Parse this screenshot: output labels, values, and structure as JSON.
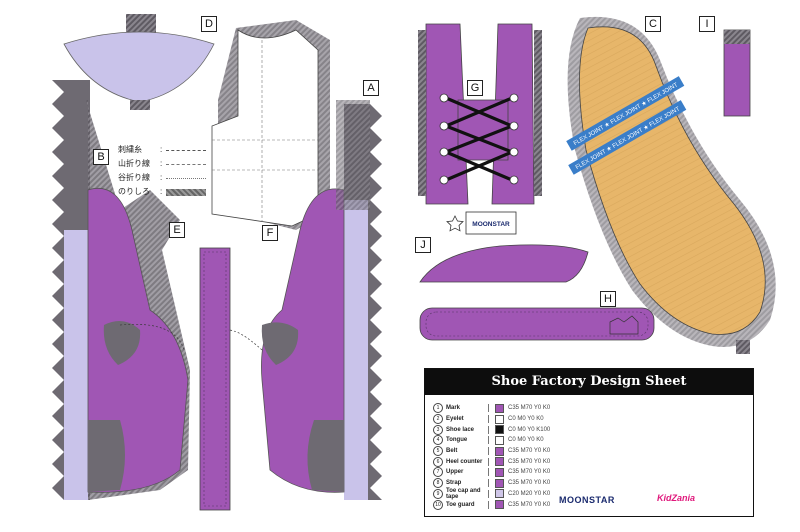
{
  "sheet_labels": {
    "A": "A",
    "B": "B",
    "C": "C",
    "D": "D",
    "E": "E",
    "F": "F",
    "G": "G",
    "H": "H",
    "I": "I",
    "J": "J"
  },
  "legend": {
    "stitch": "刺繍糸",
    "mountain": "山折り線",
    "valley": "谷折り線",
    "glue": "のりしろ"
  },
  "sole_text": "FLEX JOINT ★ FLEX JOINT ★ FLEX JOINT",
  "tab_logo": "MOONSTAR",
  "design_sheet": {
    "title": "Shoe Factory Design Sheet",
    "parts": [
      {
        "num": "1",
        "name": "Mark",
        "code": "C35 M70 Y0 K0",
        "color": "#a056b4"
      },
      {
        "num": "2",
        "name": "Eyelet",
        "code": "C0 M0 Y0 K0",
        "color": "#ffffff"
      },
      {
        "num": "3",
        "name": "Shoe lace",
        "code": "C0 M0 Y0 K100",
        "color": "#111111"
      },
      {
        "num": "4",
        "name": "Tongue",
        "code": "C0 M0 Y0 K0",
        "color": "#ffffff"
      },
      {
        "num": "5",
        "name": "Belt",
        "code": "C35 M70 Y0 K0",
        "color": "#a056b4"
      },
      {
        "num": "6",
        "name": "Heel counter",
        "code": "C35 M70 Y0 K0",
        "color": "#a056b4"
      },
      {
        "num": "7",
        "name": "Upper",
        "code": "C35 M70 Y0 K0",
        "color": "#a056b4"
      },
      {
        "num": "8",
        "name": "Strap",
        "code": "C35 M70 Y0 K0",
        "color": "#a056b4"
      },
      {
        "num": "9",
        "name": "Toe cap and tape",
        "code": "C20 M20 Y0 K0",
        "color": "#cfc6e8"
      },
      {
        "num": "10",
        "name": "Toe guard",
        "code": "C35 M70 Y0 K0",
        "color": "#a056b4"
      }
    ],
    "brand_left": "MOONSTAR",
    "brand_right": "KidZania"
  },
  "colors": {
    "purple": "#a056b4",
    "lavender": "#c9c3ea",
    "dark_gray": "#6e6a72",
    "sole": "#e7b66a",
    "sole_band": "#3a7ec9"
  }
}
